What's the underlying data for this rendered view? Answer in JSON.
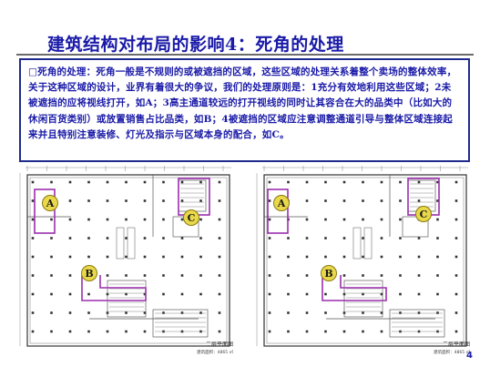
{
  "slide": {
    "title": "建筑结构对布局的影响4：死角的处理",
    "body": "□死角的处理：死角一般是不规则的或被遮挡的区域，这些区域的处理关系着整个卖场的整体效率，关于这种区域的设计，业界有着很大的争议，我们的处理原则是：1充分有效地利用这些区域；2未被遮挡的应将视线打开，如A；3高主通道较远的打开视线的同时让其容合在大的品类中（比如大的休闲百货类别）或放置销售占比品类，如B；4被遮挡的区域应注意调整通道引导与整体区域连接起来并且特别注意装修、灯光及指示与区域本身的配合，如C。",
    "page_number": "4"
  },
  "plans": [
    {
      "caption": "二层平面图",
      "note": "建筑面积：4865 ㎡",
      "zones": [
        "A",
        "B",
        "C"
      ]
    },
    {
      "caption": "二层平面图",
      "note": "建筑面积：4865 ㎡",
      "zones": [
        "A",
        "B",
        "C"
      ]
    }
  ],
  "colors": {
    "title": "#1a1aa8",
    "border": "#1f2a8c",
    "highlight": "#9b2fae",
    "badge": "#e8d84a"
  }
}
